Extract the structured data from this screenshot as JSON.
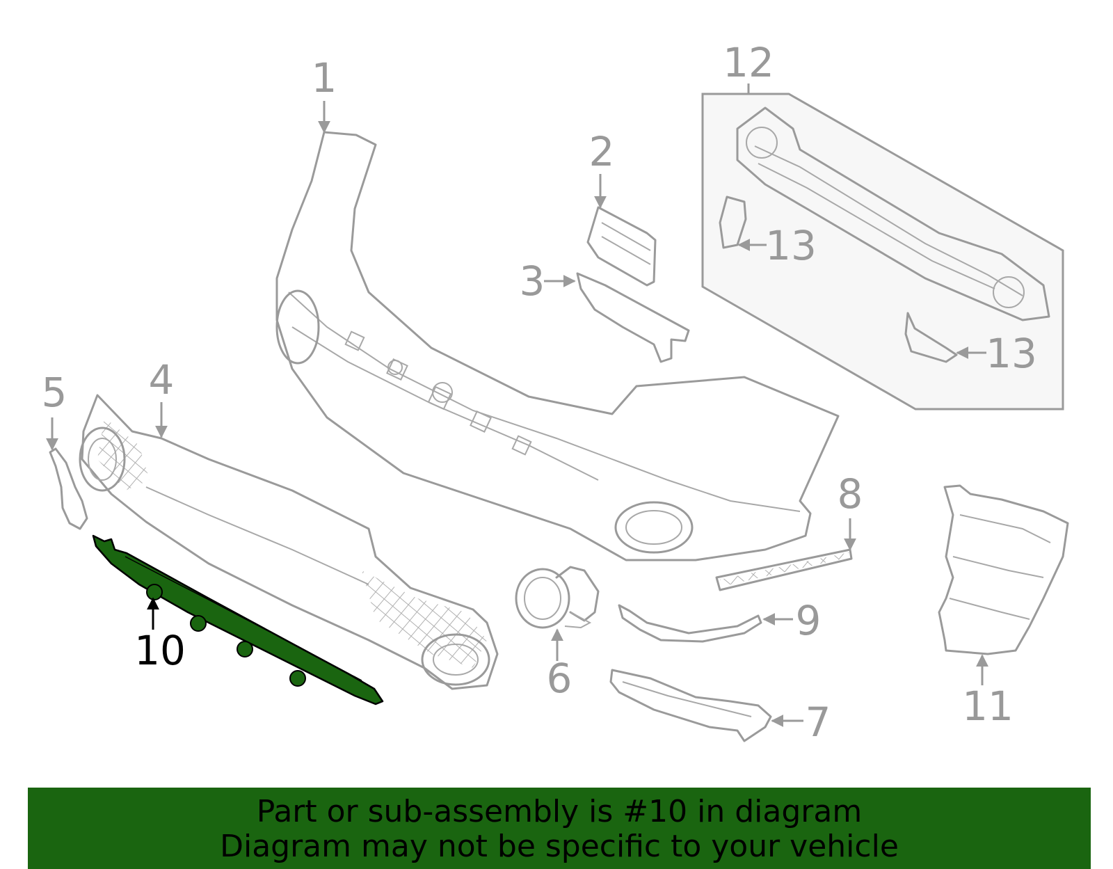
{
  "callouts": {
    "c1": "1",
    "c2": "2",
    "c3": "3",
    "c4": "4",
    "c5": "5",
    "c6": "6",
    "c7": "7",
    "c8": "8",
    "c9": "9",
    "c10": "10",
    "c11": "11",
    "c12": "12",
    "c13a": "13",
    "c13b": "13"
  },
  "highlighted_part": "10",
  "colors": {
    "highlight_fill": "#1a6510",
    "banner": "#1a6510",
    "line": "#9a9a9a"
  },
  "banner": {
    "line1": "Part or sub-assembly is #10 in diagram",
    "line2": "Diagram may not be specific to your vehicle"
  }
}
